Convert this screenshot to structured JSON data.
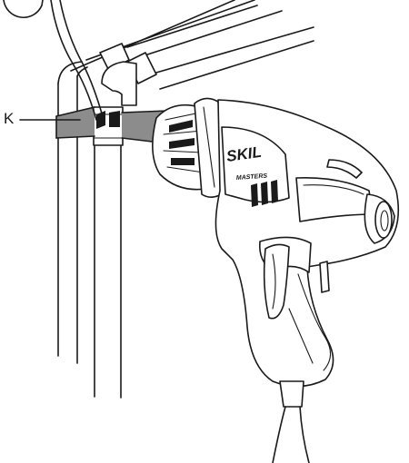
{
  "callout_label": "K",
  "brand_logo": "SKIL",
  "brand_model": "MASTERS"
}
